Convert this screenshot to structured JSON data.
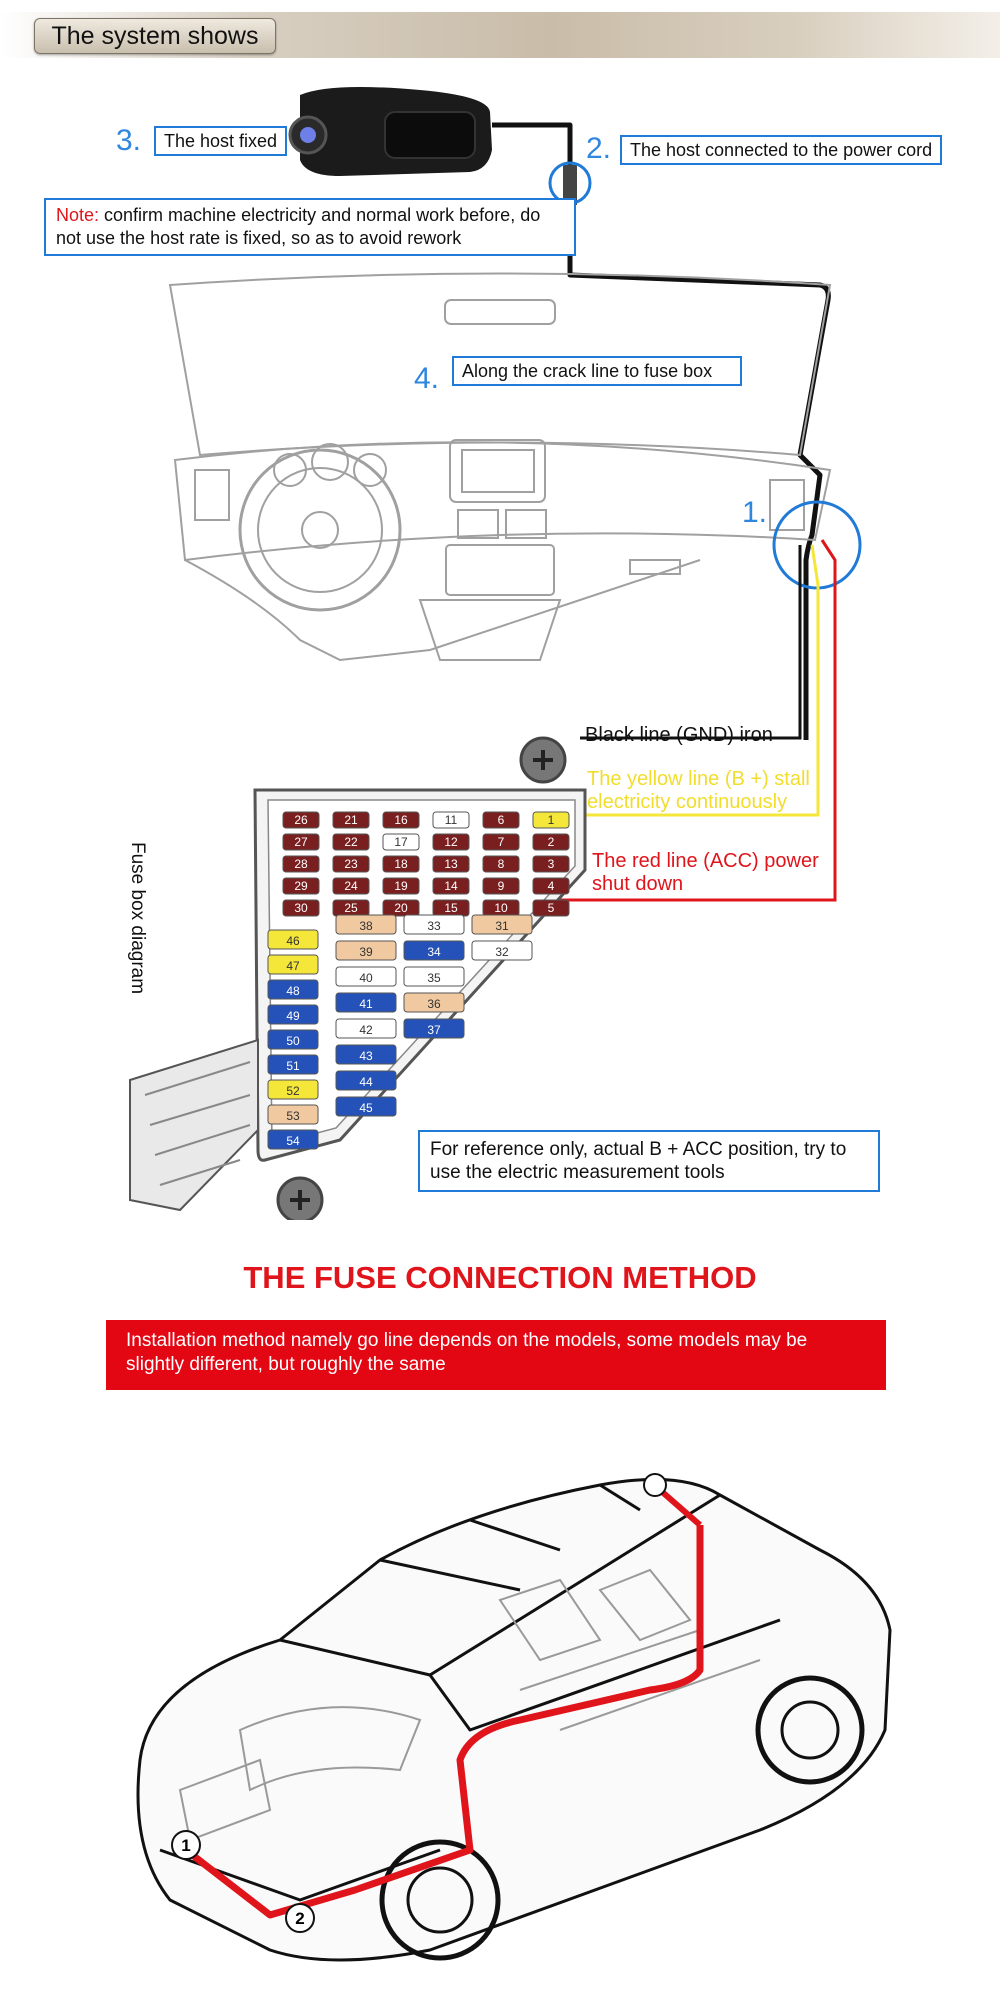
{
  "header": {
    "title": "The system shows"
  },
  "steps": {
    "s1": {
      "num": "1.",
      "label": ""
    },
    "s2": {
      "num": "2.",
      "label": "The host connected to the power cord"
    },
    "s3": {
      "num": "3.",
      "label": "The host fixed"
    },
    "s4": {
      "num": "4.",
      "label": "Along the crack line to fuse box"
    }
  },
  "note": {
    "label": "Note:",
    "text": " confirm machine electricity and normal work before, do not use the host rate is fixed, so as to avoid rework"
  },
  "wires": {
    "black": "Black line (GND) iron",
    "yellow": "The yellow line (B +) stall electricity continuously",
    "red": "The red line (ACC) power shut down"
  },
  "fuse_box": {
    "title": "Fuse box diagram",
    "fuses": [
      "1",
      "2",
      "3",
      "4",
      "5",
      "6",
      "7",
      "8",
      "9",
      "10",
      "11",
      "12",
      "13",
      "14",
      "15",
      "16",
      "17",
      "18",
      "19",
      "20",
      "21",
      "22",
      "23",
      "24",
      "25",
      "26",
      "27",
      "28",
      "29",
      "30",
      "31",
      "32",
      "33",
      "34",
      "35",
      "36",
      "37",
      "38",
      "39",
      "40",
      "41",
      "42",
      "43",
      "44",
      "45",
      "46",
      "47",
      "48",
      "49",
      "50",
      "51",
      "52",
      "53",
      "54"
    ]
  },
  "reference_note": "For reference only, actual B + ACC position, try to use the electric measurement tools",
  "method": {
    "title": "THE FUSE CONNECTION METHOD",
    "banner": "Installation method namely go line depends on the models, some models may be slightly different, but roughly the same"
  },
  "car_markers": [
    "1",
    "2"
  ],
  "colors": {
    "accent_blue": "#1f7ad8",
    "red": "#e0141b",
    "yellow": "#f5e63a",
    "fuse_dark_red": "#7a1f1f",
    "fuse_blue": "#2452b8",
    "fuse_tan": "#f1c9a0",
    "black_wire": "#111111"
  }
}
